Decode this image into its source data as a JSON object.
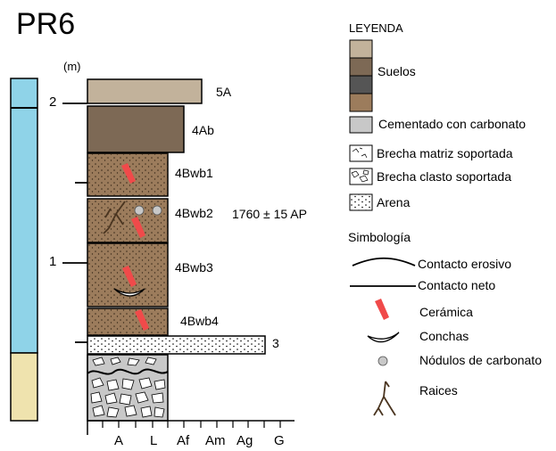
{
  "title": "PR6",
  "axis": {
    "units": "(m)",
    "depth_ticks": [
      "2",
      "1"
    ],
    "texture_ticks": [
      "A",
      "L",
      "Af",
      "Am",
      "Ag",
      "G"
    ]
  },
  "layers": [
    {
      "id": "5A",
      "label": "5A"
    },
    {
      "id": "4Ab",
      "label": "4Ab"
    },
    {
      "id": "4Bwb1",
      "label": "4Bwb1"
    },
    {
      "id": "4Bwb2",
      "label": "4Bwb2"
    },
    {
      "id": "4Bwb3",
      "label": "4Bwb3"
    },
    {
      "id": "4Bwb4",
      "label": "4Bwb4"
    },
    {
      "id": "3",
      "label": "3"
    }
  ],
  "date": "1760 ± 15 AP",
  "legend": {
    "title": "LEYENDA",
    "suelos": "Suelos",
    "cemented": "Cementado con carbonato",
    "brecha_matriz": "Brecha matriz soportada",
    "brecha_clasto": "Brecha clasto soportada",
    "arena": "Arena",
    "symbology_title": "Simbología",
    "contacto_erosivo": "Contacto erosivo",
    "contacto_neto": "Contacto neto",
    "ceramica": "Cerámica",
    "conchas": "Conchas",
    "nodulos": "Nódulos de carbonato",
    "raices": "Raices"
  },
  "colors": {
    "soil_light": "#c2b29b",
    "soil_dark": "#7d6955",
    "soil_gray": "#555555",
    "soil_brown": "#9c7c5c",
    "cemented": "#c8c8c8",
    "bar_blue": "#8fd3e8",
    "bar_yellow": "#efe3ae",
    "ceramic": "#f04a4a"
  }
}
